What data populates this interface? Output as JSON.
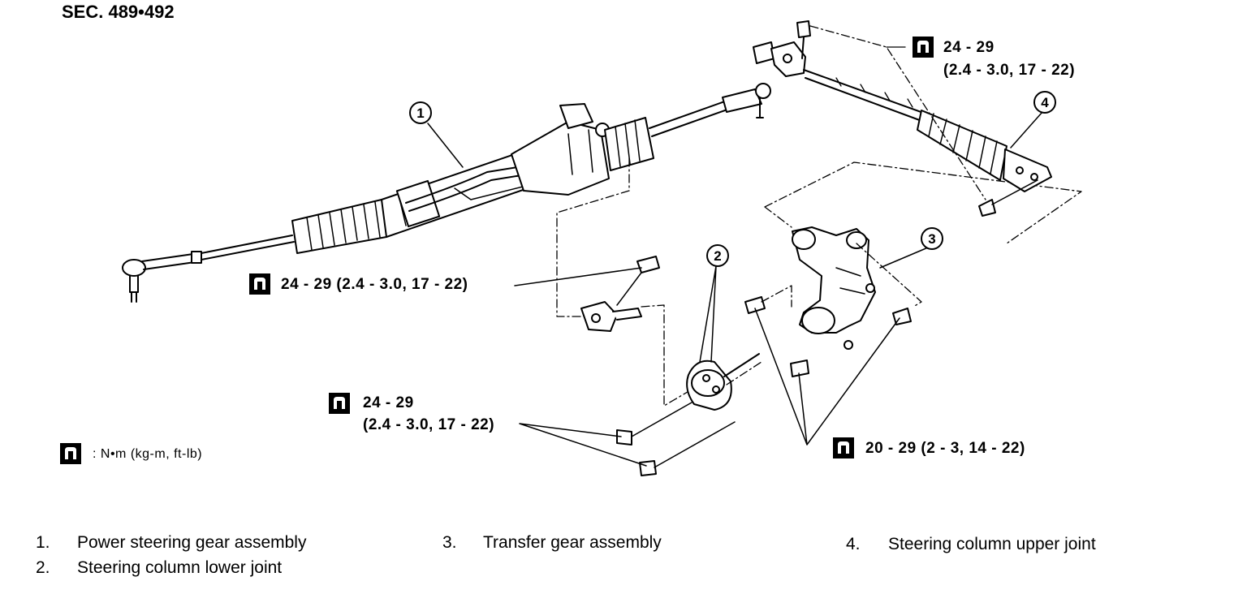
{
  "section_code": "SEC. 489•492",
  "callouts": [
    {
      "number": "1"
    },
    {
      "number": "2"
    },
    {
      "number": "3"
    },
    {
      "number": "4"
    }
  ],
  "torque_specs": {
    "upper_joint_bolt": {
      "line1": "24 - 29",
      "line2": "(2.4 - 3.0, 17 - 22)"
    },
    "lower_joint_gear_bolt": {
      "line1": "24 - 29 (2.4 - 3.0, 17 - 22)"
    },
    "lower_joint_transfer_bolts": {
      "line1": "24 - 29",
      "line2": "(2.4 - 3.0, 17 - 22)"
    },
    "transfer_gear_bolts": {
      "line1": "20 - 29 (2 - 3, 14 - 22)"
    }
  },
  "unit_legend": ": N•m (kg-m, ft-lb)",
  "parts_list": [
    {
      "num": "1.",
      "name": "Power steering gear assembly"
    },
    {
      "num": "2.",
      "name": "Steering column lower joint"
    },
    {
      "num": "3.",
      "name": "Transfer gear assembly"
    },
    {
      "num": "4.",
      "name": "Steering column upper joint"
    }
  ]
}
